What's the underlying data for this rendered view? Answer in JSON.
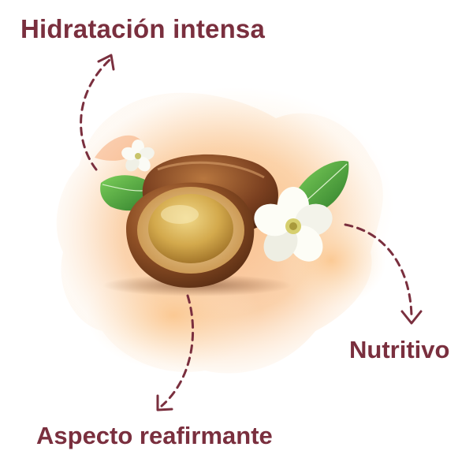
{
  "labels": {
    "hydration": "Hidratación intensa",
    "nutritive": "Nutritivo",
    "firming": "Aspecto reafirmante"
  },
  "colors": {
    "label_text": "#7a2f3e",
    "arrows": "#7a2f3e",
    "watercolor": "#f7b07a",
    "nut_shell": "#8a4a24",
    "kernel": "#d9b45a",
    "leaf": "#3f9a3a",
    "flower": "#ffffff"
  },
  "icons": [
    "argan-nut-illustration",
    "leaf-icon",
    "flower-icon",
    "dashed-arrow-icon"
  ]
}
